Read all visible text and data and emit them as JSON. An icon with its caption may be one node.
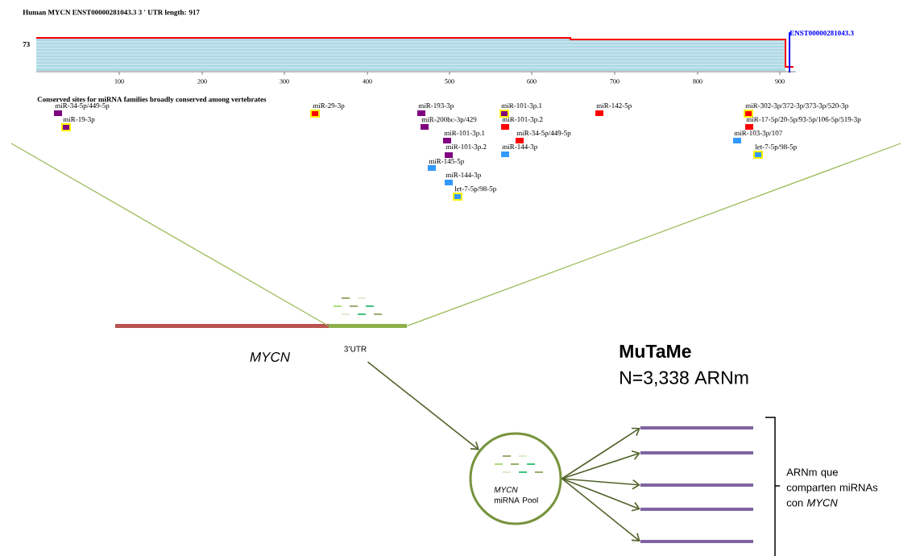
{
  "diagram": {
    "nodes": [
      {
        "text": [],
        "shape": "bar",
        "beside": [
          "MYCN"
        ]
      },
      {
        "text": [],
        "shape": "bar",
        "beside": [
          "3’UTR"
        ]
      },
      {
        "text": [
          "*MYCN* miRNA Pool"
        ]
      },
      {
        "text": [],
        "shape": "bar"
      },
      {
        "text": [],
        "shape": "bar"
      },
      {
        "text": [],
        "shape": "bar"
      },
      {
        "text": [],
        "shape": "bar"
      },
      {
        "text": [],
        "shape": "bar"
      }
    ],
    "edges": [
      {
        "from": 1,
        "to": null,
        "arrow": "none",
        "color": "#9bbb59"
      },
      {
        "from": 1,
        "to": null,
        "arrow": "none",
        "color": "#9bbb59"
      },
      {
        "from": 1,
        "to": 2,
        "arrow": "to"
      },
      {
        "from": 2,
        "to": 3,
        "arrow": "to"
      },
      {
        "from": 2,
        "to": 4,
        "arrow": "to"
      },
      {
        "from": 2,
        "to": 5,
        "arrow": "to"
      },
      {
        "from": 2,
        "to": 6,
        "arrow": "to"
      },
      {
        "from": 2,
        "to": 7,
        "arrow": "to"
      }
    ],
    "labels": [
      "Human MYCN ENST00000281043.3 3 ' UTR length: 917",
      "73",
      "ENST00000281043.3",
      "100",
      "200",
      "300",
      "400",
      "500",
      "600",
      "700",
      "800",
      "900",
      "Conserved sites for miRNA families broadly conserved among vertebrates",
      "miR-34-5p/449-5p",
      "miR-29-3p",
      "miR-193-3p",
      "miR-101-3p.1",
      "miR-142-5p",
      "miR-302-3p/372-3p/373-3p/520-3p",
      "miR-19-3p",
      "miR-200bc-3p/429",
      "miR-101-3p.2",
      "miR-17-5p/20-5p/93-5p/106-5p/519-3p",
      "miR-101-3p.1",
      "miR-34-5p/449-5p",
      "miR-103-3p/107",
      "miR-101-3p.2",
      "miR-144-3p",
      "let-7-5p/98-5p",
      "miR-145-5p",
      "miR-144-3p",
      "let-7-5p/98-5p",
      "MuTaMe",
      "N=3,338 ARNm",
      "ARNm que comparten miRNAs con *MYCN*"
    ]
  }
}
